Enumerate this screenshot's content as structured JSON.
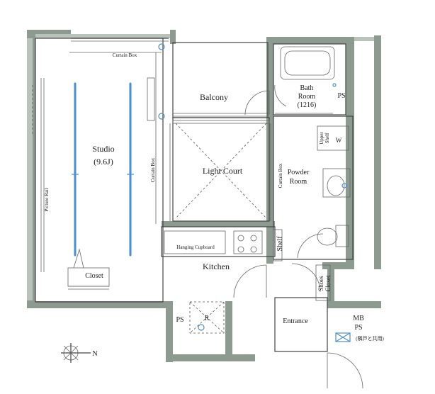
{
  "rooms": {
    "studio": "Studio",
    "studio_area": "(9.6J)",
    "balcony": "Balcony",
    "light_court": "Light Court",
    "bath_room_line1": "Bath",
    "bath_room_line2": "Room",
    "bath_room_size": "(1216)",
    "powder_room_line1": "Powder",
    "powder_room_line2": "Room",
    "kitchen": "Kitchen",
    "closet": "Closet",
    "entrance": "Entrance",
    "shelf": "Shelf",
    "shoes_closet_line1": "Shoes",
    "shoes_closet_line2": "Closet",
    "upper_shelf_line1": "Upper",
    "upper_shelf_line2": "Shelf"
  },
  "labels": {
    "curtain_box_top": "Curtain Box",
    "curtain_box_side": "Curtain Box",
    "curtain_box_powder": "Curtain Box",
    "picture_rail": "Picture Rail",
    "hanging_cupboard": "Hanging Cupboard",
    "ps_bath": "PS",
    "ps_lower": "PS",
    "refrigerator": "R",
    "washer": "W",
    "mb_line1": "MB",
    "mb_line2": "PS",
    "mb_note": "(隣戸と共用)",
    "compass_n": "N"
  }
}
